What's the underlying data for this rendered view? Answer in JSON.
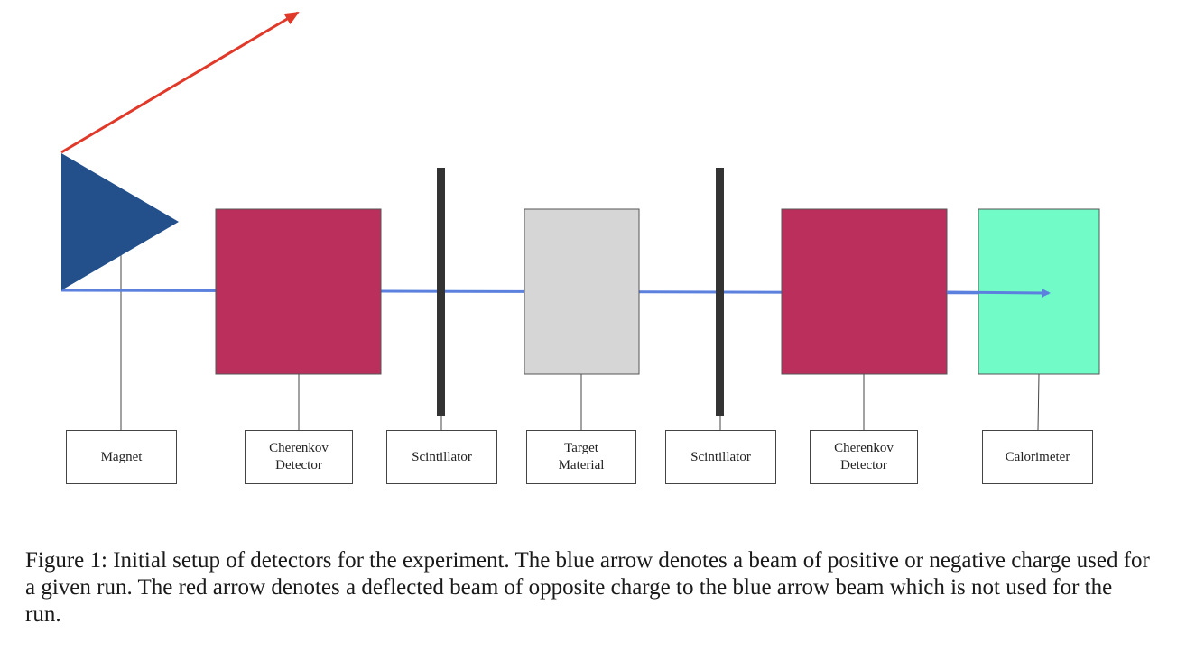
{
  "diagram": {
    "components": [
      {
        "id": "magnet",
        "label": "Magnet",
        "color": "#23508b"
      },
      {
        "id": "cherenkov-1",
        "label": "Cherenkov\nDetector",
        "color": "#bb2f5d"
      },
      {
        "id": "scintillator-1",
        "label": "Scintillator",
        "color": "#333333"
      },
      {
        "id": "target",
        "label": "Target\nMaterial",
        "color": "#d6d6d6"
      },
      {
        "id": "scintillator-2",
        "label": "Scintillator",
        "color": "#333333"
      },
      {
        "id": "cherenkov-2",
        "label": "Cherenkov\nDetector",
        "color": "#bb2f5d"
      },
      {
        "id": "calorimeter",
        "label": "Calorimeter",
        "color": "#71fbc6"
      }
    ],
    "beam_color": "#5b80de",
    "deflected_beam_color": "#e0392a"
  },
  "caption": "Figure 1: Initial setup of detectors for the experiment. The blue arrow denotes a beam of positive or negative charge used for a given run. The red arrow denotes a deflected beam of opposite charge to the blue arrow beam which is not used for the run."
}
